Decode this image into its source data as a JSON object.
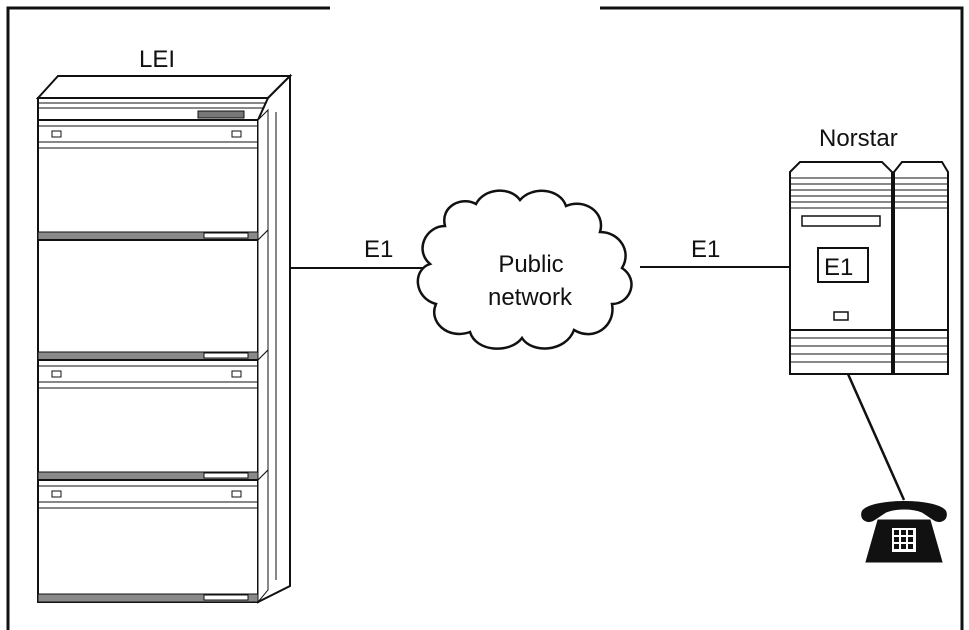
{
  "labels": {
    "lei": "LEI",
    "norstar": "Norstar",
    "link_left": "E1",
    "link_right": "E1",
    "cloud_line1": "Public",
    "cloud_line2": "network",
    "norstar_module": "E1"
  },
  "icons": {
    "phone": "telephone-icon"
  },
  "colors": {
    "line": "#111111",
    "panel": "#ffffff",
    "shade": "#9a9a9a"
  }
}
